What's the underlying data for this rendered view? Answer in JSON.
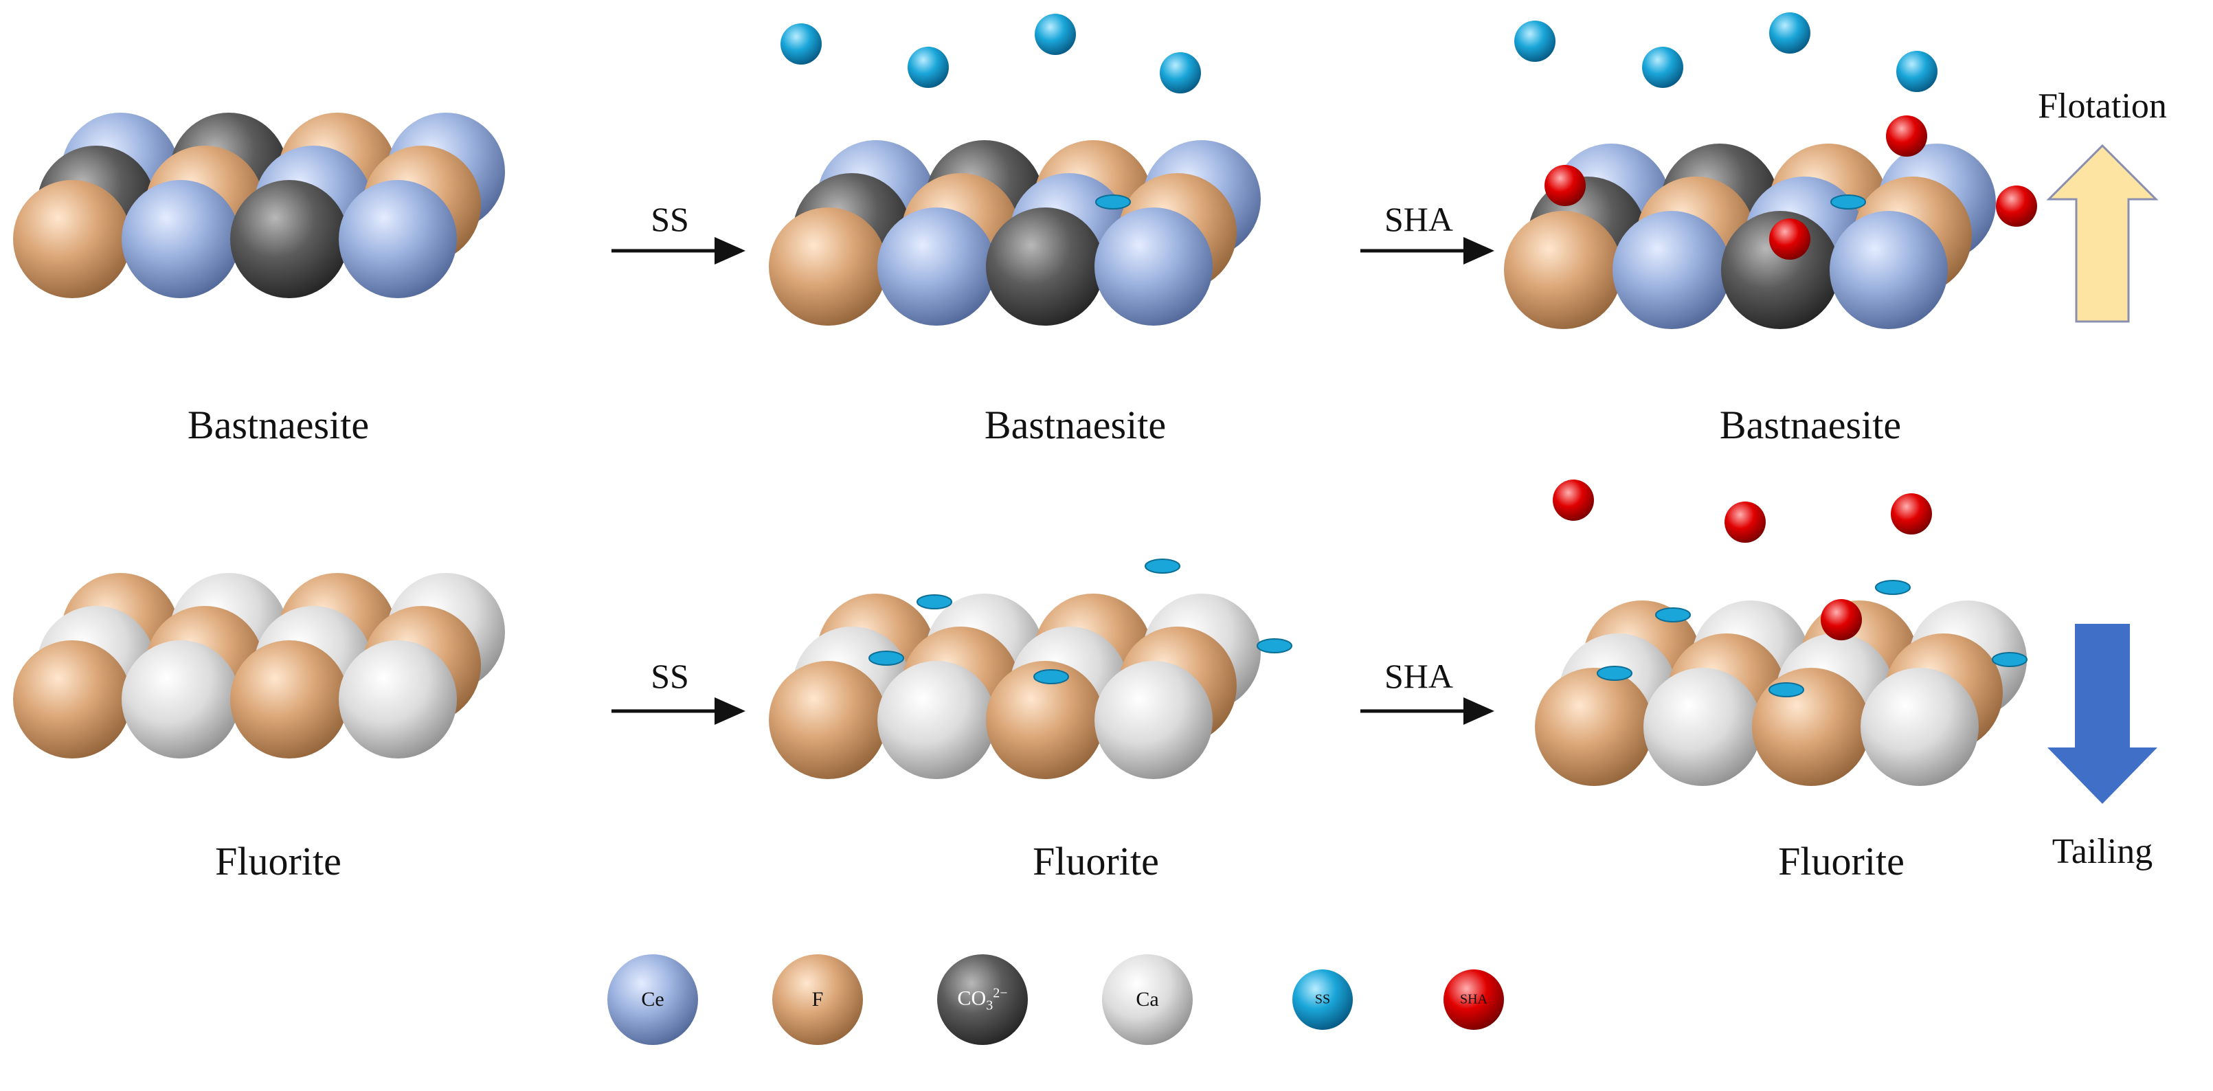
{
  "diagram": {
    "minerals": {
      "bastnaesite": "Bastnaesite",
      "fluorite": "Fluorite"
    },
    "steps": {
      "ss": "SS",
      "sha": "SHA"
    },
    "outcomes": {
      "flotation": "Flotation",
      "tailing": "Tailing"
    },
    "legend": {
      "ce": "Ce",
      "f": "F",
      "co3_base": "CO",
      "co3_sub": "3",
      "co3_sup": "2−",
      "ca": "Ca",
      "ss": "SS",
      "sha": "SHA"
    },
    "colors": {
      "ce": "#8fa7d4",
      "f": "#d9a273",
      "co3": "#5a5a5a",
      "ca": "#d8d8d8",
      "ss": "#1aa6d9",
      "sha": "#e00000",
      "flotation_arrow": "#fde4a3",
      "tailing_arrow": "#3f6fc6"
    }
  }
}
